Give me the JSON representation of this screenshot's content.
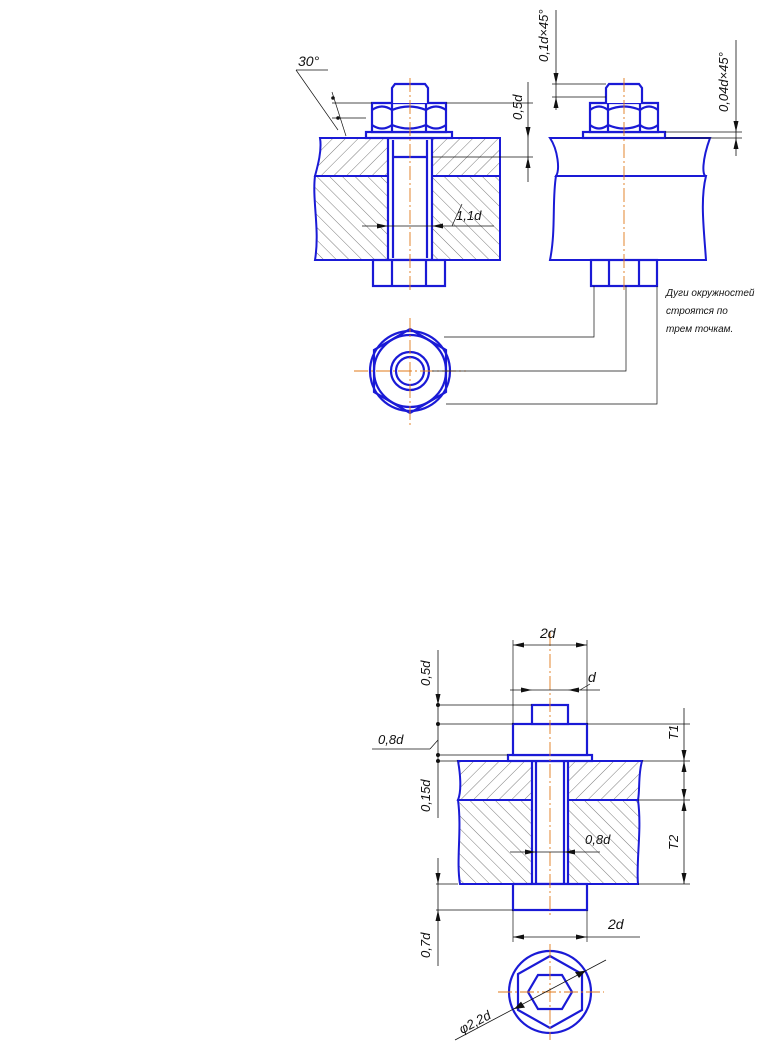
{
  "drawing_top": {
    "chamfer_angle": "30°",
    "chamfer_bolt": "0,1d×45°",
    "chamfer_nut": "0,04d×45°",
    "washer_height": "0,5d",
    "hole_diameter": "1,1d",
    "note_lines": [
      "Дуги окружностей",
      "строятся по",
      "трем точкам."
    ]
  },
  "drawing_bottom": {
    "nut_width": "2d",
    "thread_d": "d",
    "bolt_end": "0,5d",
    "nut_height": "0,8d",
    "washer": "0,15d",
    "thread_inner": "0,8d",
    "head_height": "0,7d",
    "head_width": "2d",
    "thickness_1": "T1",
    "thickness_2": "T2",
    "circle_diameter": "φ2,2d"
  },
  "colors": {
    "part": "#1a1ad6",
    "axis": "#e07a1a",
    "line": "#111111"
  }
}
